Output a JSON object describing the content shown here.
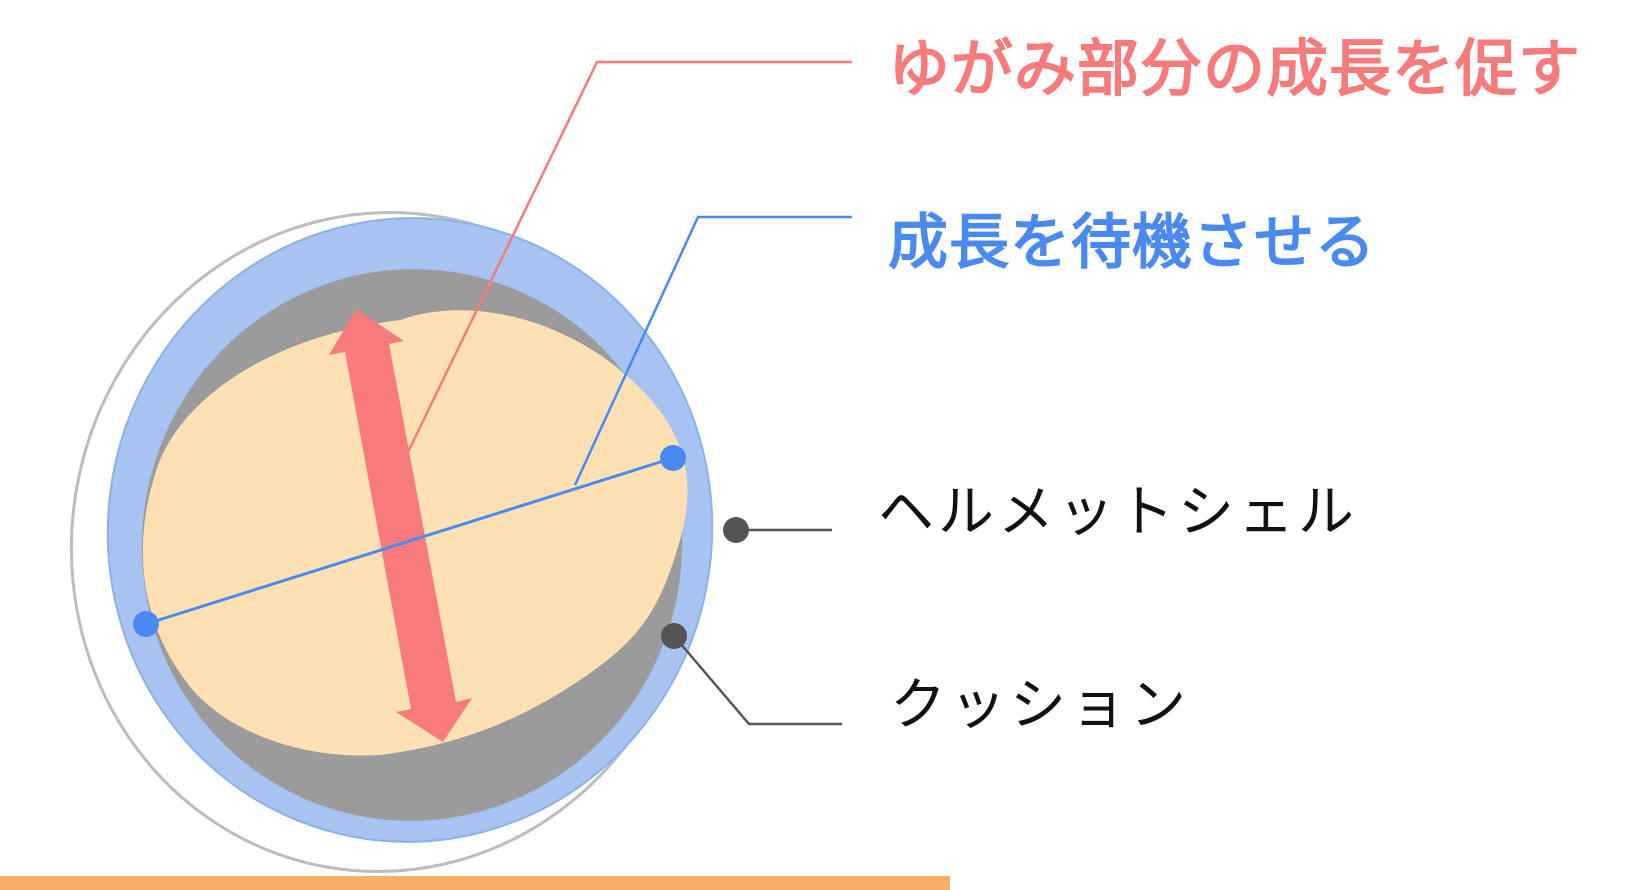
{
  "labels": {
    "promote_growth": "ゆがみ部分の成長を促す",
    "wait_growth": "成長を待機させる",
    "helmet_shell": "ヘルメットシェル",
    "cushion": "クッション"
  },
  "colors": {
    "background": "#ffffff",
    "shell_outline": "#bdbdbd",
    "cushion_blue": "#a6c3f2",
    "gap_gray": "#9b9b9b",
    "head_skin": "#fde1b4",
    "growth_arrow": "#f77b7b",
    "wait_line": "#4a8af0",
    "pointer_dark": "#555555",
    "floor": "#f4b068"
  },
  "icons": {
    "growth_arrow": "double-headed-arrow",
    "endpoint_marker": "circle-dot"
  }
}
